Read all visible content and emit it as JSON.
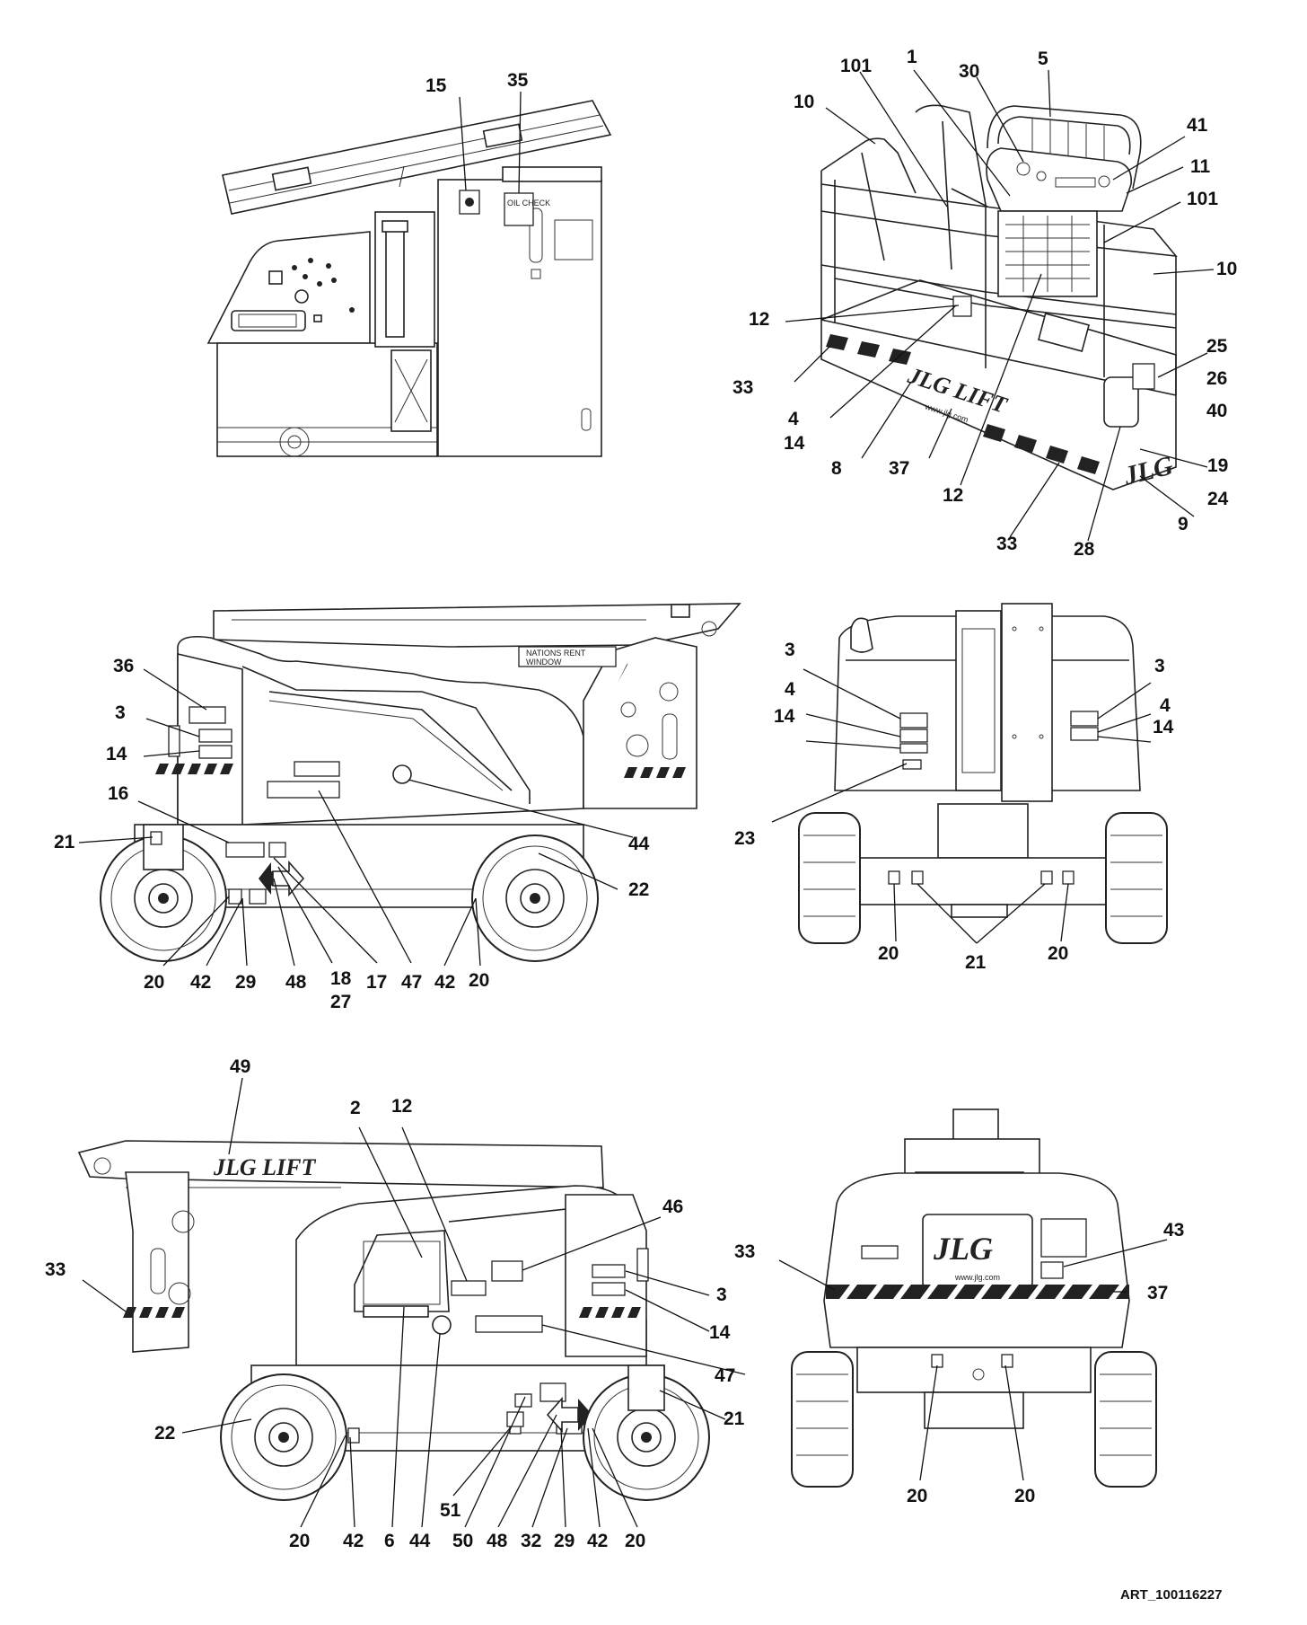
{
  "drawing": {
    "art_id": "ART_100116227",
    "logos": {
      "brand": "JLG",
      "boom_brand": "JLG LIFT",
      "url": "www.jlg.com"
    },
    "decal_text": {
      "nations_rent": "NATIONS RENT",
      "window": "WINDOW"
    }
  },
  "views": {
    "upper_left": {
      "callouts": [
        "15",
        "35"
      ]
    },
    "upper_right": {
      "callouts": [
        "1",
        "101",
        "30",
        "5",
        "10",
        "41",
        "11",
        "101",
        "10",
        "12",
        "25",
        "26",
        "40",
        "33",
        "4",
        "14",
        "8",
        "37",
        "12",
        "19",
        "24",
        "9",
        "33",
        "28"
      ]
    },
    "middle_left": {
      "callouts": [
        "36",
        "3",
        "14",
        "16",
        "21",
        "44",
        "22",
        "20",
        "42",
        "29",
        "48",
        "18",
        "27",
        "17",
        "47",
        "42",
        "20"
      ]
    },
    "middle_right": {
      "callouts": [
        "3",
        "4",
        "14",
        "3",
        "4",
        "14",
        "23",
        "20",
        "21",
        "20"
      ]
    },
    "bottom_left": {
      "callouts": [
        "49",
        "2",
        "12",
        "46",
        "33",
        "3",
        "14",
        "47",
        "21",
        "22",
        "51",
        "20",
        "42",
        "6",
        "44",
        "50",
        "48",
        "32",
        "29",
        "42",
        "20"
      ]
    },
    "bottom_right": {
      "callouts": [
        "43",
        "33",
        "37",
        "20",
        "20"
      ]
    }
  }
}
